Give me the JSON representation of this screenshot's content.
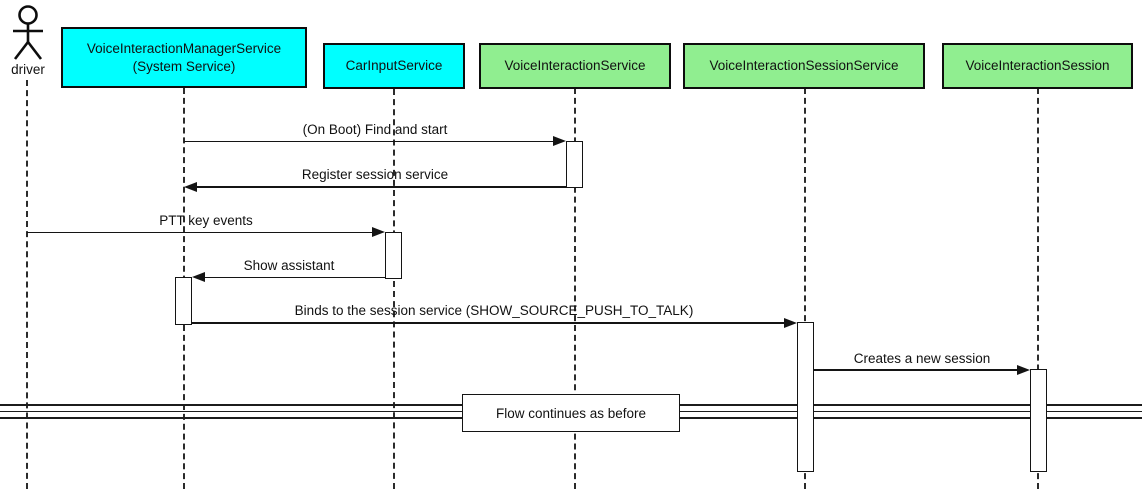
{
  "diagram": {
    "type": "sequence",
    "actor": {
      "label": "driver"
    },
    "participants": [
      {
        "name": "VoiceInteractionManagerService (System Service)",
        "line1": "VoiceInteractionManagerService",
        "line2": "(System Service)",
        "fill": "#00ffff"
      },
      {
        "name": "CarInputService",
        "line1": "CarInputService",
        "fill": "#00ffff"
      },
      {
        "name": "VoiceInteractionService",
        "line1": "VoiceInteractionService",
        "fill": "#90ee90"
      },
      {
        "name": "VoiceInteractionSessionService",
        "line1": "VoiceInteractionSessionService",
        "fill": "#90ee90"
      },
      {
        "name": "VoiceInteractionSession",
        "line1": "VoiceInteractionSession",
        "fill": "#90ee90"
      }
    ],
    "messages": [
      {
        "label": "(On Boot) Find and start",
        "from": "VoiceInteractionManagerService (System Service)",
        "to": "VoiceInteractionService",
        "arrow": "right"
      },
      {
        "label": "Register session service",
        "from": "VoiceInteractionService",
        "to": "VoiceInteractionManagerService (System Service)",
        "arrow": "left"
      },
      {
        "label": "PTT key events",
        "from": "driver",
        "to": "CarInputService",
        "arrow": "right"
      },
      {
        "label": "Show assistant",
        "from": "CarInputService",
        "to": "VoiceInteractionManagerService (System Service)",
        "arrow": "left"
      },
      {
        "label": "Binds to the session service (SHOW_SOURCE_PUSH_TO_TALK)",
        "from": "VoiceInteractionManagerService (System Service)",
        "to": "VoiceInteractionSessionService",
        "arrow": "right"
      },
      {
        "label": "Creates a new session",
        "from": "VoiceInteractionSessionService",
        "to": "VoiceInteractionSession",
        "arrow": "right"
      }
    ],
    "divider": {
      "label": "Flow continues as before"
    },
    "colors": {
      "participant_cyan": "#00ffff",
      "participant_green": "#90ee90",
      "line": "#141414",
      "background": "#ffffff"
    }
  }
}
